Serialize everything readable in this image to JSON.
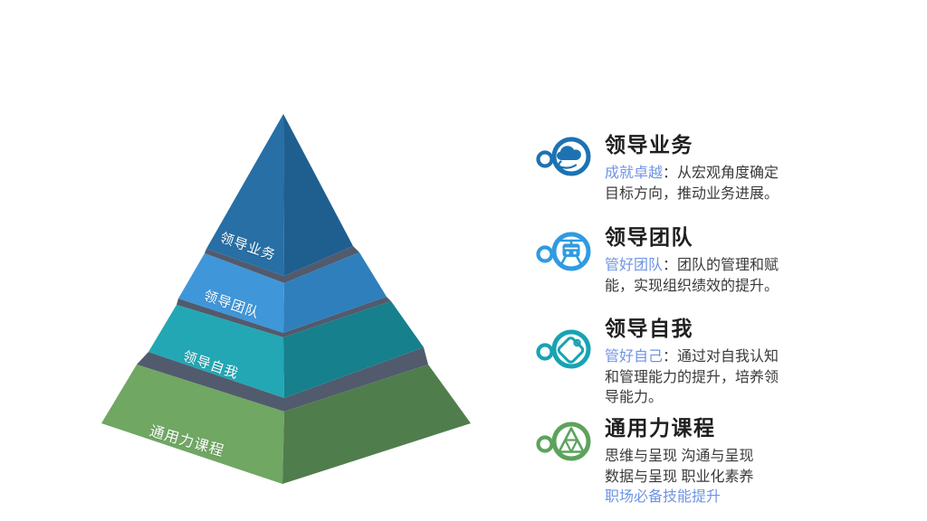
{
  "accent_color": "#6F94E4",
  "pyramid": {
    "label_color": "#ffffff",
    "gap_color": "#515B6D",
    "levels": [
      {
        "label": "领导业务",
        "left_color": "#276FA5",
        "right_color": "#1F5F8F"
      },
      {
        "label": "领导团队",
        "left_color": "#3F96D9",
        "right_color": "#2F7FBC"
      },
      {
        "label": "领导自我",
        "left_color": "#23A7B4",
        "right_color": "#16808D"
      },
      {
        "label": "通用力课程",
        "left_color": "#6FA763",
        "right_color": "#507D4C"
      }
    ]
  },
  "sections": [
    {
      "icon": "cloud-hand-icon",
      "color": "#1D72B2",
      "title": "领导业务",
      "highlight": "成就卓越",
      "rest": "：从宏观角度确定\n目标方向，推动业务进展。"
    },
    {
      "icon": "cable-car-icon",
      "color": "#2F9BE1",
      "title": "领导团队",
      "highlight": "管好团队",
      "rest": "：团队的管理和赋\n能，实现组织绩效的提升。"
    },
    {
      "icon": "price-tag-icon",
      "color": "#17A3B2",
      "title": "领导自我",
      "highlight": "管好自己",
      "rest": "：通过对自我认知\n和管理能力的提升，培养领\n导能力。"
    },
    {
      "icon": "layered-triangle-icon",
      "color": "#5CA35C",
      "title": "通用力课程",
      "rest": "思维与呈现 沟通与呈现\n数据与呈现 职业化素养",
      "footer": "职场必备技能提升"
    }
  ]
}
